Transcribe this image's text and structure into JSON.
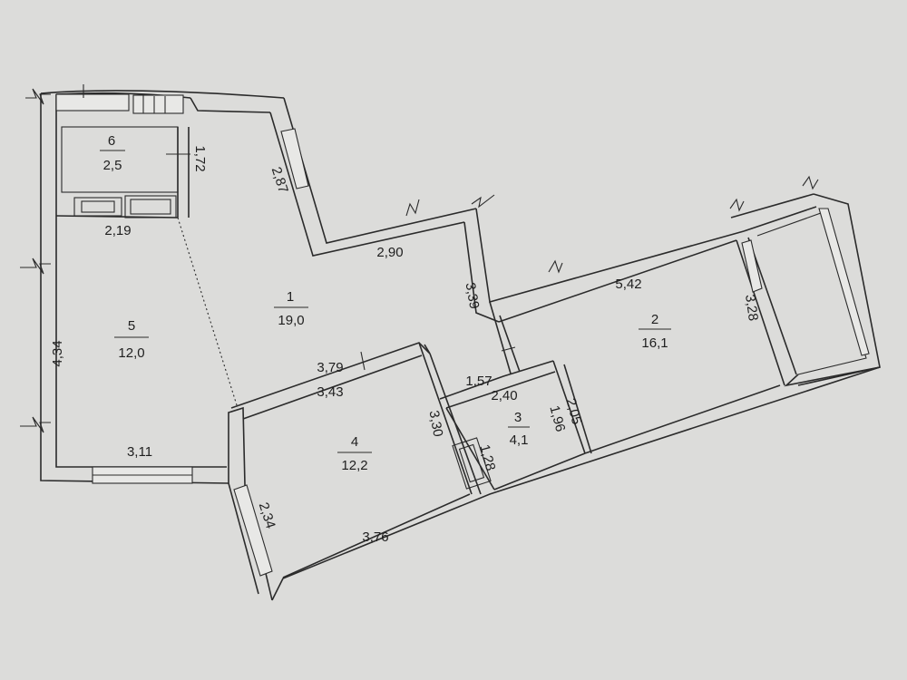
{
  "rooms": [
    {
      "number": "1",
      "area": "19,0"
    },
    {
      "number": "2",
      "area": "16,1"
    },
    {
      "number": "3",
      "area": "4,1"
    },
    {
      "number": "4",
      "area": "12,2"
    },
    {
      "number": "5",
      "area": "12,0"
    },
    {
      "number": "6",
      "area": "2,5"
    }
  ],
  "dimensions": {
    "r6_height": "1,72",
    "r1_top_wall": "2,87",
    "r1_bottom_left": "2,19",
    "r1_top": "2,90",
    "r1_right": "3,39",
    "r2_top": "5,42",
    "r2_right": "3,28",
    "r5_left": "4,34",
    "r5_bottom": "3,11",
    "r4_top_outer": "3,79",
    "r4_top_inner": "3,43",
    "r4_right": "3,30",
    "r4_left": "2,34",
    "r4_bottom": "3,76",
    "r3_top_outer": "1,57",
    "r3_top_inner": "2,40",
    "r3_right_outer": "2,05",
    "r3_right_inner": "1,96",
    "r3_bath": "1,28"
  }
}
